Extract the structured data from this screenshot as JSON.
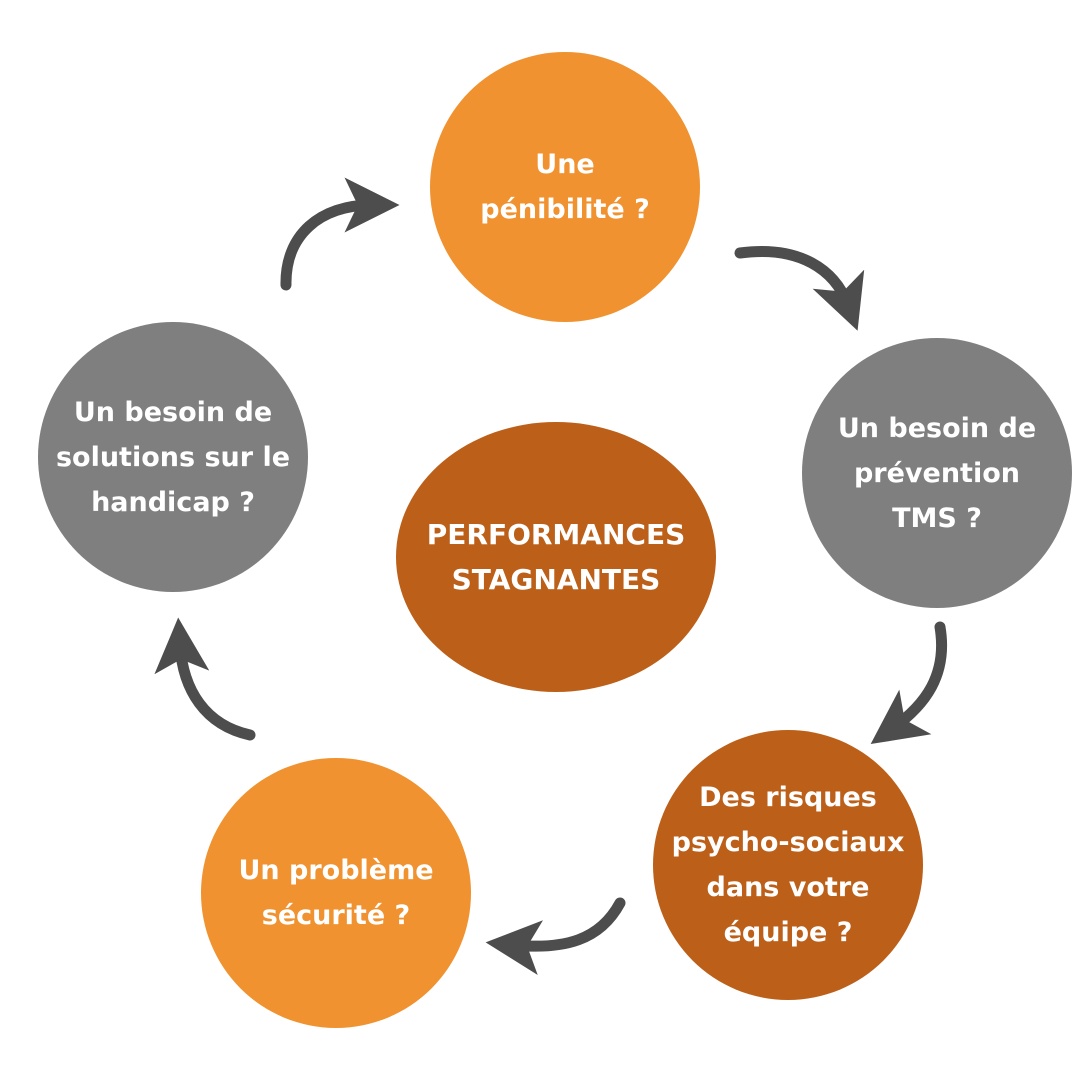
{
  "colors": {
    "orange": "#F0922F",
    "gray": "#7F7F7F",
    "dark_orange": "#BC5F19",
    "arrow": "#4D4D4D"
  },
  "center": {
    "label": "PERFORMANCES\nSTAGNANTES"
  },
  "nodes": [
    {
      "label": "Une\npénibilité ?"
    },
    {
      "label": "Un besoin de\nprévention\nTMS ?"
    },
    {
      "label": "Des risques\npsycho-sociaux\ndans votre\néquipe ?"
    },
    {
      "label": "Un problème\nsécurité ?"
    },
    {
      "label": "Un besoin de\nsolutions sur le\nhandicap ?"
    }
  ]
}
